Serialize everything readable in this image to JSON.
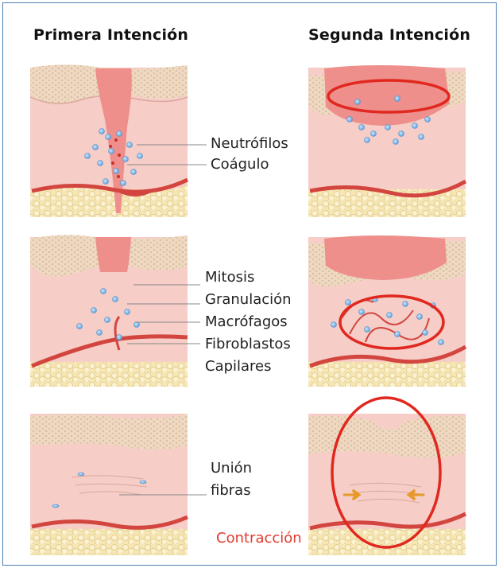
{
  "titles": {
    "first": "Primera Intención",
    "second": "Segunda Intención"
  },
  "labels": {
    "neutrofilos": "Neutrófilos",
    "coagulo": "Coágulo",
    "mitosis": "Mitosis",
    "granulacion": "Granulación",
    "macrofagos": "Macrófagos",
    "fibroblastos": "Fibroblastos",
    "capilares": "Capilares",
    "union": "Unión",
    "fibras": "fibras",
    "contraccion": "Contracción"
  },
  "colors": {
    "highlight": "#e0281e",
    "label_accent": "#e03a2e",
    "tissue": "#f6cdc7",
    "wound": "#ee8f8c",
    "cell": "#5ea2dd",
    "vessel": "#d2463f",
    "fat": "#f6e6b4",
    "arrow": "#e8992a"
  }
}
